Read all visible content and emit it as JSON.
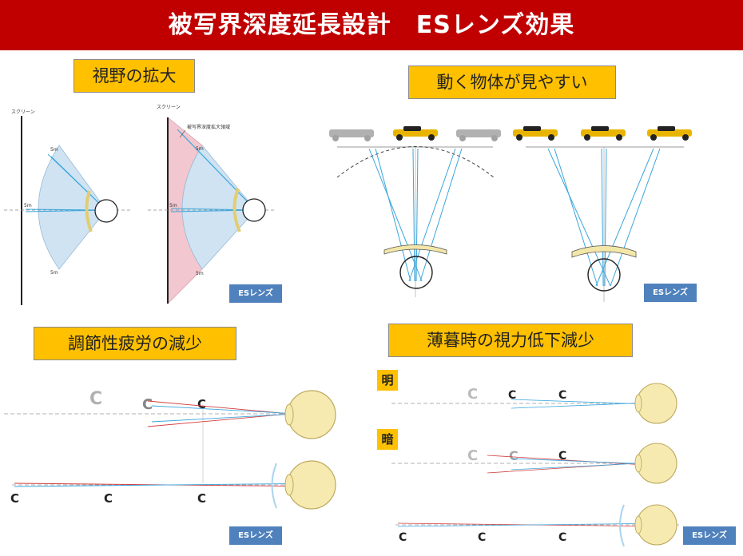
{
  "title": "被写界深度延長設計　ESレンズ効果",
  "sections": {
    "fov": "視野の拡大",
    "moving": "動く物体が見やすい",
    "fatigue": "調節性疲労の減少",
    "dusk": "薄暮時の視力低下減少"
  },
  "badge": "ESレンズ",
  "labels": {
    "bright": "明",
    "dark": "暗",
    "screen": "スクリーン",
    "dof_area": "被写界深度拡大領域",
    "dist": "5m",
    "c": "C"
  },
  "colors": {
    "banner": "#c00000",
    "section": "#ffc000",
    "badge": "#4f81bd",
    "ray": "#3aa6dc",
    "ray_red": "#d23c3c",
    "lens": "#f3e7a8",
    "eye": "#f7eab0"
  }
}
